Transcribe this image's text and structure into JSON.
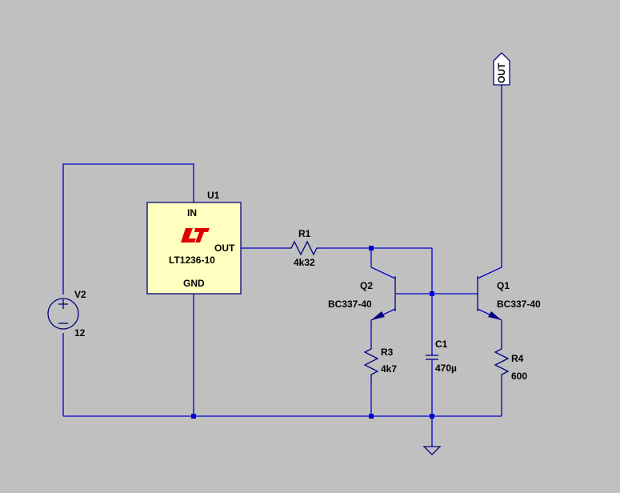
{
  "schematic": {
    "u1": {
      "ref": "U1",
      "part": "LT1236-10",
      "pin_in": "IN",
      "pin_out": "OUT",
      "pin_gnd": "GND",
      "logo_color": "#e00000",
      "body_color": "#ffffc0"
    },
    "v2": {
      "ref": "V2",
      "value": "12"
    },
    "r1": {
      "ref": "R1",
      "value": "4k32"
    },
    "r3": {
      "ref": "R3",
      "value": "4k7"
    },
    "r4": {
      "ref": "R4",
      "value": "600"
    },
    "c1": {
      "ref": "C1",
      "value": "470µ"
    },
    "q1": {
      "ref": "Q1",
      "part": "BC337-40"
    },
    "q2": {
      "ref": "Q2",
      "part": "BC337-40"
    },
    "out_port": {
      "label": "OUT"
    },
    "colors": {
      "background": "#c0c0c0",
      "wire": "#0000d0",
      "component": "#000080"
    }
  }
}
